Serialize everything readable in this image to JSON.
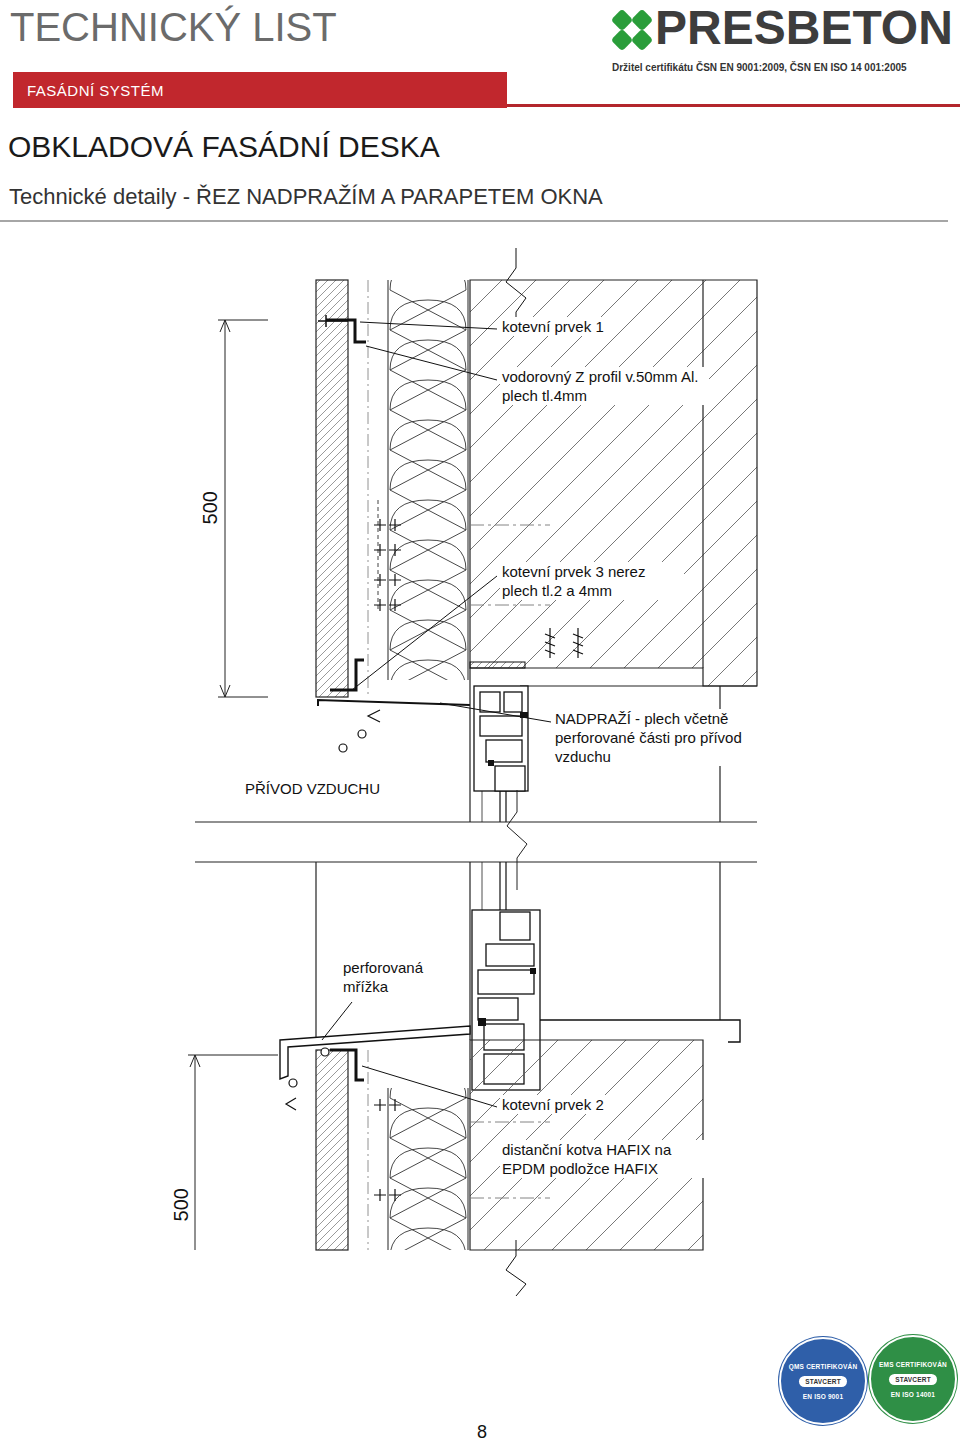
{
  "diagram": {
    "title": "OBKLADOVÁ FASÁDNÍ DESKA",
    "nodes": [
      {
        "text": [
          "FASÁDNÍ SYSTÉM"
        ]
      },
      {
        "text": [
          "QMS CERTIFIKOVÁN",
          "STAVCERT",
          "EN ISO 9001"
        ]
      },
      {
        "text": [
          "EMS CERTIFIKOVÁN",
          "STAVCERT",
          "EN ISO 14001"
        ]
      }
    ],
    "labels": [
      "TECHNICKÝ LIST",
      "PRESBETON",
      "Držitel certifikátu ČSN EN 9001:2009, ČSN EN ISO 14 001:2005",
      "Technické detaily - ŘEZ NADPRAŽÍM A PARAPETEM OKNA",
      "kotevní prvek 1",
      "vodorovný Z profil v.50mm Al. plech tl.4mm",
      "500",
      "kotevní prvek 3 nerez plech tl.2 a 4mm",
      "NADPRAŽÍ - plech včetně perforované části pro přívod vzduchu",
      "PŘÍVOD VZDUCHU",
      "perforovaná mřížka",
      "kotevní prvek 2",
      "distanční kotva HAFIX na EPDM podložce HAFIX",
      "500",
      "8"
    ]
  }
}
